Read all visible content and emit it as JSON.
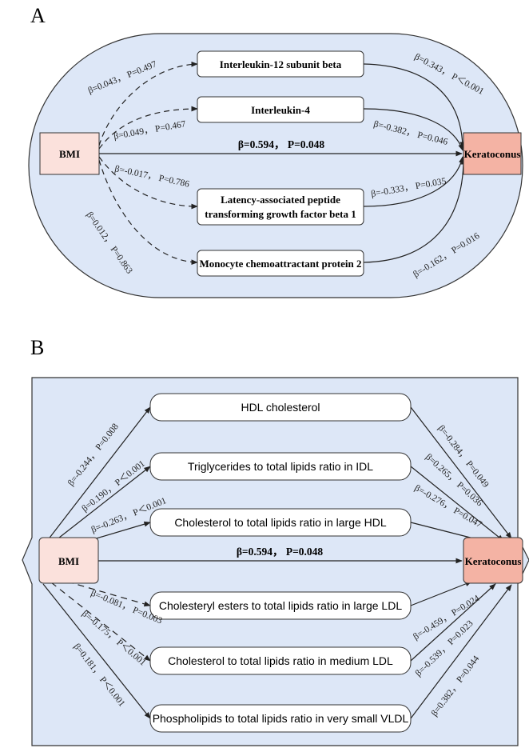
{
  "panelA": {
    "letter": "A",
    "exposure": "BMI",
    "outcome": "Keratoconus",
    "direct": "β=0.594， P=0.048",
    "mediators": [
      {
        "label1": "Interleukin-12 subunit beta",
        "label2": "",
        "coef_in": "β=0.043， P=0.497",
        "coef_out": "β=0.343， P＜0.001"
      },
      {
        "label1": "Interleukin-4",
        "label2": "",
        "coef_in": "β=0.049， P=0.467",
        "coef_out": "β=-0.382， P=0.046"
      },
      {
        "label1": "Latency-associated peptide",
        "label2": "transforming growth factor beta 1",
        "coef_in": "β=-0.017， P=0.786",
        "coef_out": "β=-0.333， P=0.035"
      },
      {
        "label1": "Monocyte chemoattractant protein 2",
        "label2": "",
        "coef_in": "β=0.012， P=0.863",
        "coef_out": "β=-0.162， P=0.016"
      }
    ]
  },
  "panelB": {
    "letter": "B",
    "exposure": "BMI",
    "outcome": "Keratoconus",
    "direct": "β=0.594， P=0.048",
    "mediators": [
      {
        "label": "HDL cholesterol",
        "coef_in": "β=-0.244， P=0.008",
        "coef_out": "β=-0.284， P=0.049"
      },
      {
        "label": "Triglycerides to total lipids ratio in IDL",
        "coef_in": "β=0.190， P＜0.001",
        "coef_out": "β=0.265， P=0.036"
      },
      {
        "label": "Cholesterol to total lipids ratio in large HDL",
        "coef_in": "β=-0.263， P＜0.001",
        "coef_out": "β=-0.276， P=0.047"
      },
      {
        "label": "Cholesteryl esters to total lipids ratio in large LDL",
        "coef_in": "β=-0.081， P=0.003",
        "coef_out": "β=-0.459， P=0.024"
      },
      {
        "label": "Cholesterol to total lipids ratio in medium LDL",
        "coef_in": "β=-0.175， P＜0.001",
        "coef_out": "β=-0.539， P=0.023"
      },
      {
        "label": "Phospholipids to total lipids ratio in very small VLDL",
        "coef_in": "β=0.181， P＜0.001",
        "coef_out": "β=0.382， P=0.044"
      }
    ]
  },
  "colors": {
    "background": "#dde7f7",
    "exposure_fill": "#fbe1dc",
    "outcome_fill": "#f4b3a4",
    "node_fill": "#ffffff",
    "stroke": "#222222"
  }
}
